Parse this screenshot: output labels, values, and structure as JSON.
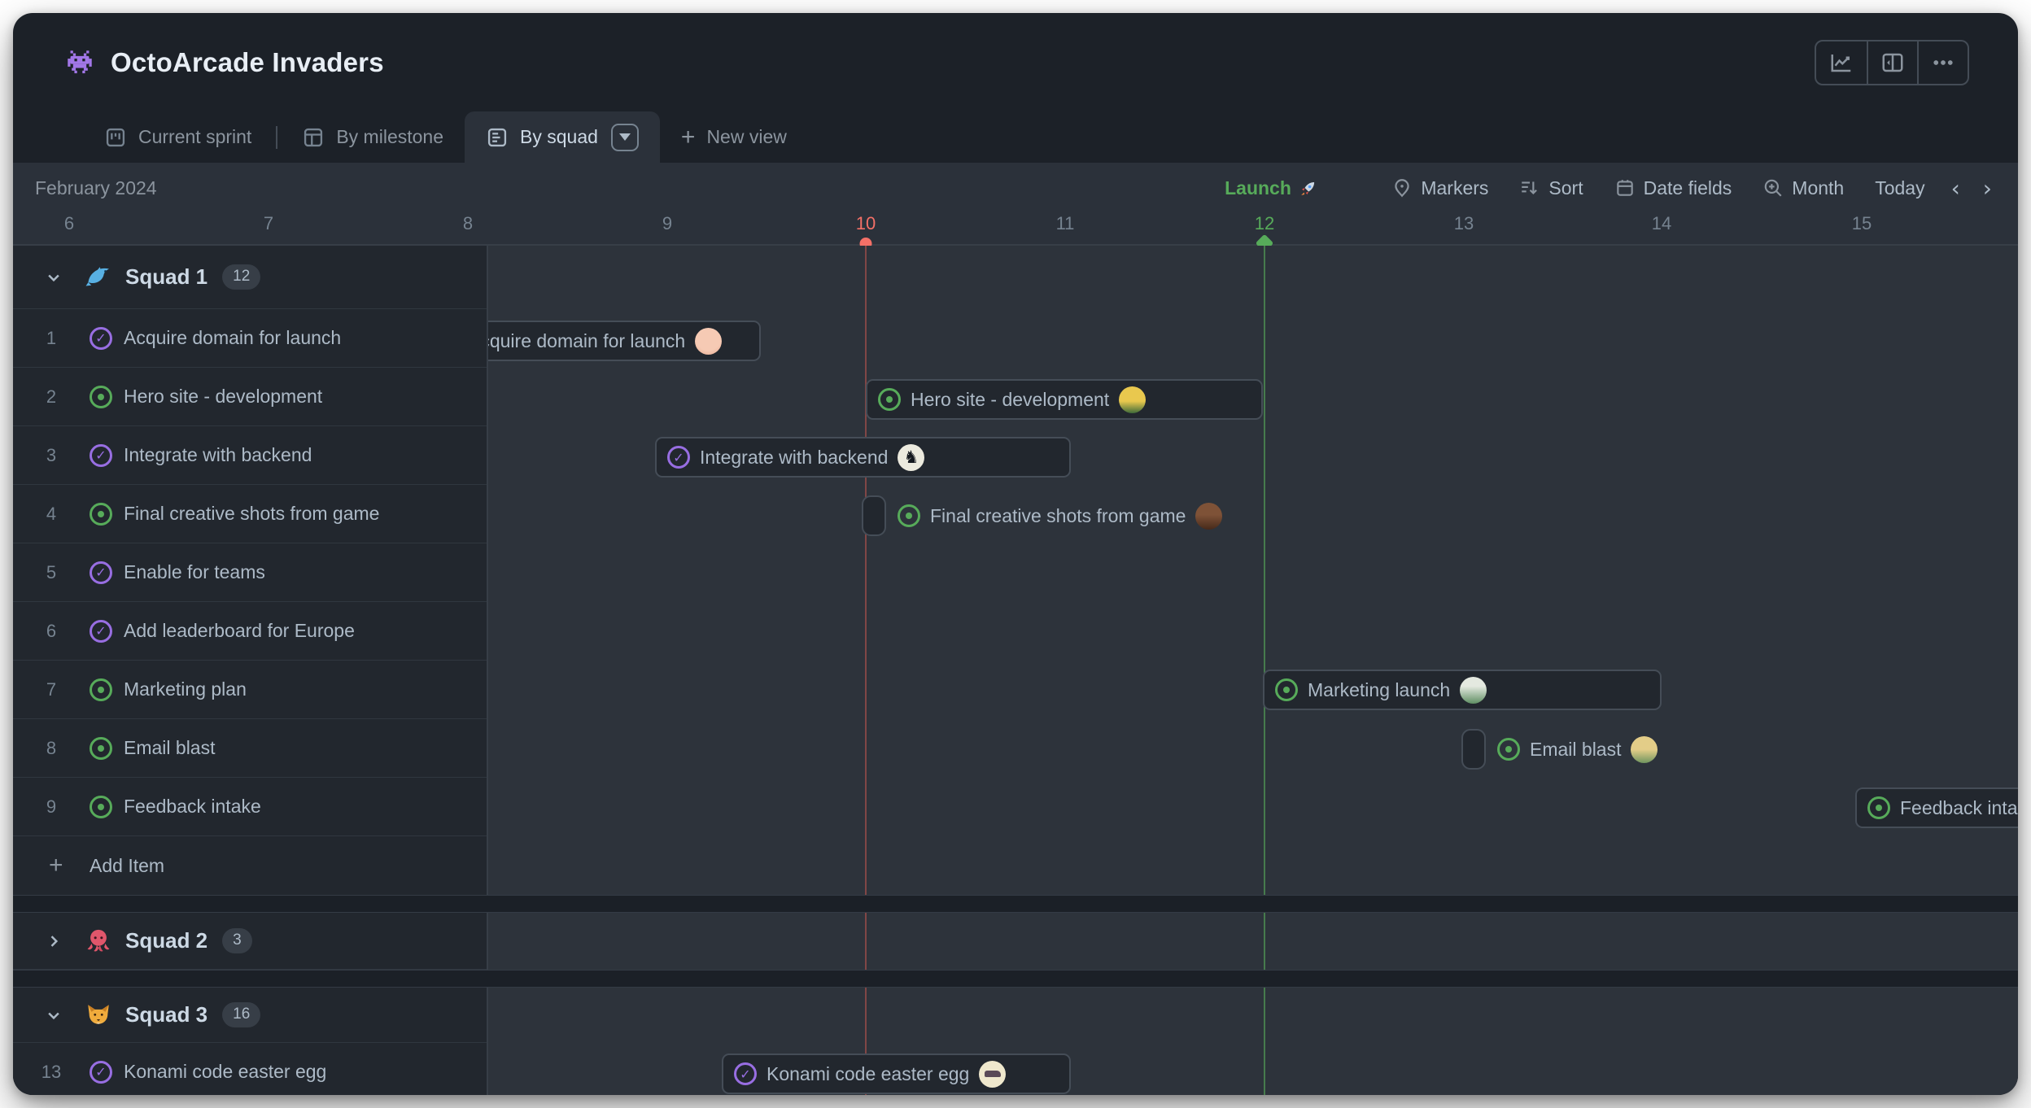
{
  "app": {
    "title": "OctoArcade Invaders",
    "title_icon": "space-invader"
  },
  "header_actions": {
    "insights": "insights-chart",
    "panel": "side-panel",
    "more": "ellipsis"
  },
  "tabs": {
    "current_sprint": "Current sprint",
    "by_milestone": "By milestone",
    "by_squad": "By squad",
    "new_view": "New view"
  },
  "toolbar": {
    "period": "February 2024",
    "launch_label": "Launch",
    "markers": "Markers",
    "sort": "Sort",
    "date_fields": "Date fields",
    "zoom_level": "Month",
    "today": "Today"
  },
  "timeline": {
    "dates": [
      "6",
      "7",
      "8",
      "9",
      "10",
      "11",
      "12",
      "13",
      "14",
      "15"
    ],
    "today_date": "10",
    "launch_date": "12"
  },
  "groups": [
    {
      "name": "Squad 1",
      "count": "12",
      "icon": "dolphin",
      "collapsed": false,
      "items": [
        {
          "num": "1",
          "title": "Acquire domain for launch",
          "state": "closed"
        },
        {
          "num": "2",
          "title": "Hero site - development",
          "state": "open"
        },
        {
          "num": "3",
          "title": "Integrate with backend",
          "state": "closed"
        },
        {
          "num": "4",
          "title": "Final creative shots from game",
          "state": "open"
        },
        {
          "num": "5",
          "title": "Enable for teams",
          "state": "closed"
        },
        {
          "num": "6",
          "title": "Add leaderboard for Europe",
          "state": "closed"
        },
        {
          "num": "7",
          "title": "Marketing plan",
          "state": "open"
        },
        {
          "num": "8",
          "title": "Email blast",
          "state": "open"
        },
        {
          "num": "9",
          "title": "Feedback intake",
          "state": "open"
        }
      ],
      "add_item": "Add Item"
    },
    {
      "name": "Squad 2",
      "count": "3",
      "icon": "octopus",
      "collapsed": true,
      "items": []
    },
    {
      "name": "Squad 3",
      "count": "16",
      "icon": "fox",
      "collapsed": false,
      "items": [
        {
          "num": "13",
          "title": "Konami code easter egg",
          "state": "closed"
        }
      ]
    }
  ],
  "pills": {
    "acquire": {
      "label": "Acquire domain for launch",
      "state": "closed",
      "avatar": "person-peach"
    },
    "hero": {
      "label": "Hero site - development",
      "state": "open",
      "avatar": "person-yellow"
    },
    "integrate": {
      "label": "Integrate with backend",
      "state": "closed",
      "avatar": "chess-knight"
    },
    "final": {
      "label": "Final creative shots from game",
      "state": "open",
      "avatar": "person-brown"
    },
    "marketing": {
      "label": "Marketing launch",
      "state": "open",
      "avatar": "plant"
    },
    "email": {
      "label": "Email blast",
      "state": "open",
      "avatar": "person-blond"
    },
    "feedback": {
      "label": "Feedback intake",
      "state": "open"
    },
    "konami": {
      "label": "Konami code easter egg",
      "state": "closed",
      "avatar": "car"
    }
  },
  "colors": {
    "open_green": "#57ab5a",
    "closed_purple": "#986ee2",
    "today_red": "#f47067",
    "surface": "#2d333b",
    "canvas": "#22272e",
    "chrome": "#1c2128"
  }
}
